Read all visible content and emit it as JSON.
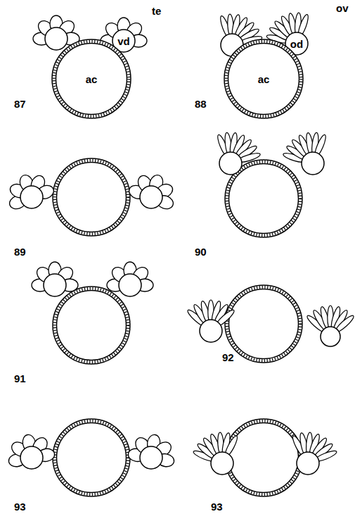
{
  "diagram": {
    "nodes": [
      {
        "text": [
          "vd"
        ]
      },
      {
        "text": [
          "ac"
        ]
      },
      {
        "text": [
          "od"
        ]
      },
      {
        "text": [
          "ac"
        ]
      }
    ],
    "labels": [
      "te",
      "ov",
      "87",
      "88",
      "89",
      "90",
      "91",
      "92",
      "93",
      "93"
    ]
  }
}
